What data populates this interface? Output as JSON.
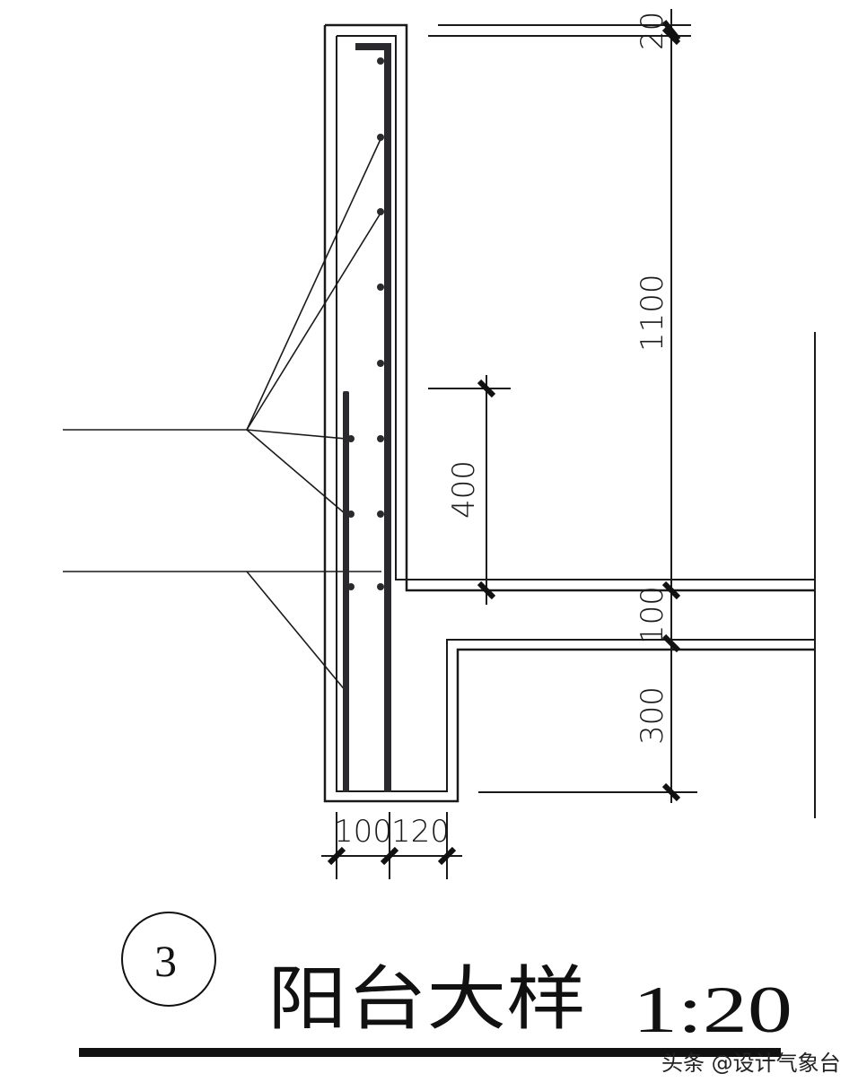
{
  "drawing": {
    "title": "阳台大样",
    "scale": "1:20",
    "detail_number": "3",
    "watermark": "头条 @设计气象台"
  },
  "dimensions": {
    "vertical_right": [
      "20",
      "1100",
      "100",
      "300"
    ],
    "vertical_inner": "400",
    "horizontal_bottom": [
      "100",
      "120"
    ]
  },
  "colors": {
    "background": "#ffffff",
    "line": "#1a1a1a",
    "rebar": "#2a2a2e"
  }
}
